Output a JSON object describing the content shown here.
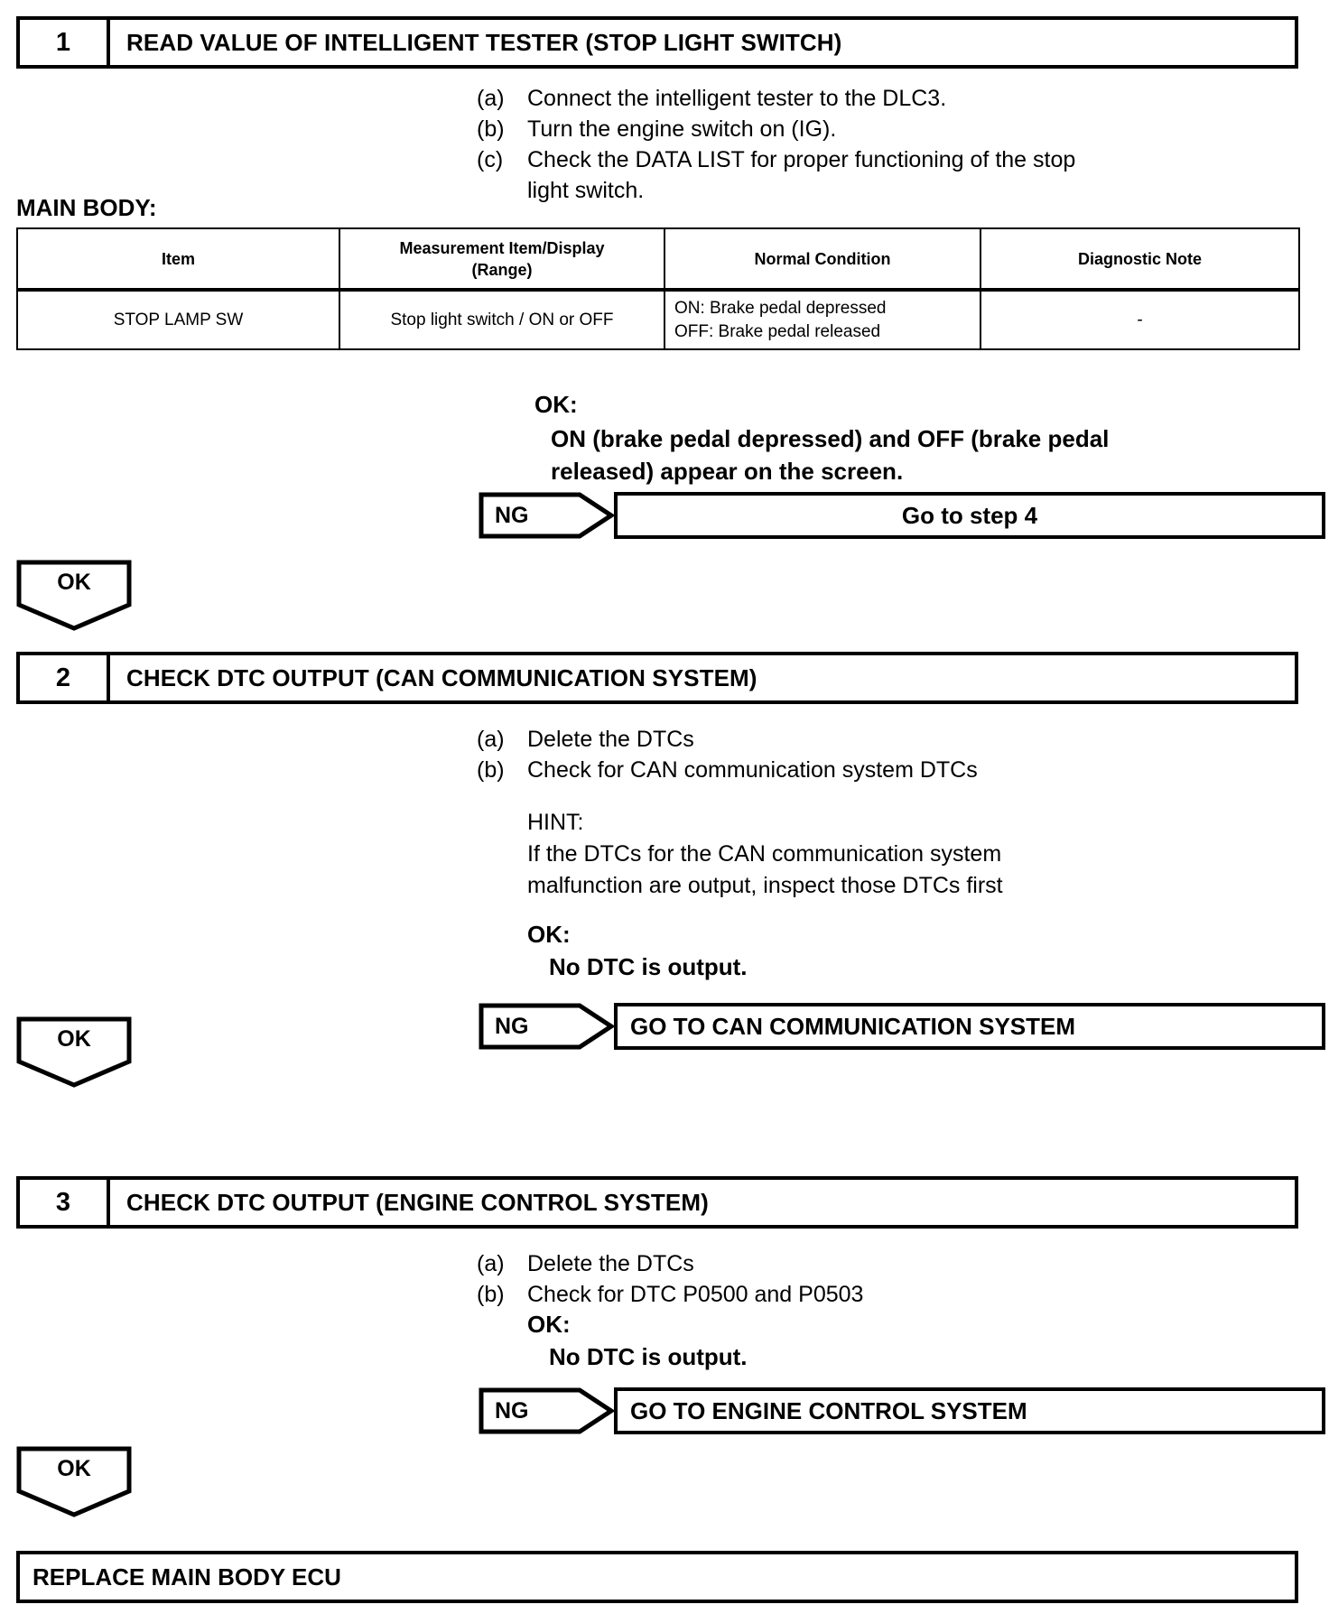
{
  "document": {
    "type": "diagnostic-flowchart",
    "title": "Stop Light Switch Diagnostic Procedure"
  },
  "steps": [
    {
      "number": "1",
      "title": "READ VALUE OF INTELLIGENT TESTER (STOP LIGHT SWITCH)",
      "procedures": [
        {
          "label": "(a)",
          "text": "Connect the intelligent tester to the DLC3."
        },
        {
          "label": "(b)",
          "text": "Turn the engine switch on (IG)."
        },
        {
          "label": "(c)",
          "text": "Check the DATA LIST for proper functioning of the stop\nlight switch."
        }
      ],
      "table_label": "MAIN BODY:",
      "ok_label": "OK:",
      "ok_text": "ON (brake pedal depressed) and OFF (brake pedal\nreleased) appear on the screen.",
      "ng_label": "NG",
      "ng_target": "Go to step 4",
      "ok_marker": "OK"
    },
    {
      "number": "2",
      "title": "CHECK DTC OUTPUT (CAN COMMUNICATION SYSTEM)",
      "procedures": [
        {
          "label": "(a)",
          "text": "Delete the DTCs"
        },
        {
          "label": "(b)",
          "text": "Check for CAN communication system DTCs"
        }
      ],
      "hint_label": "HINT:",
      "hint_text": "If the DTCs for the CAN communication system\nmalfunction are output, inspect those DTCs first",
      "ok_label": "OK:",
      "ok_text": "No DTC is output.",
      "ng_label": "NG",
      "ng_target": "GO TO CAN COMMUNICATION SYSTEM",
      "ok_marker": "OK"
    },
    {
      "number": "3",
      "title": "CHECK DTC OUTPUT (ENGINE CONTROL SYSTEM)",
      "procedures": [
        {
          "label": "(a)",
          "text": "Delete the DTCs"
        },
        {
          "label": "(b)",
          "text": "Check for DTC P0500 and P0503"
        }
      ],
      "ok_label": "OK:",
      "ok_text": "No DTC is output.",
      "ng_label": "NG",
      "ng_target": "GO TO ENGINE CONTROL SYSTEM",
      "ok_marker": "OK"
    }
  ],
  "data_table": {
    "headers": [
      "Item",
      "Measurement Item/Display\n(Range)",
      "Normal Condition",
      "Diagnostic Note"
    ],
    "rows": [
      {
        "item": "STOP LAMP SW",
        "measurement": "Stop light switch / ON or OFF",
        "normal_condition": "ON: Brake pedal depressed\nOFF: Brake pedal released",
        "diagnostic_note": "-"
      }
    ]
  },
  "final_result": {
    "text": "REPLACE MAIN BODY ECU"
  },
  "colors": {
    "ink": "#000000",
    "paper": "#ffffff"
  }
}
